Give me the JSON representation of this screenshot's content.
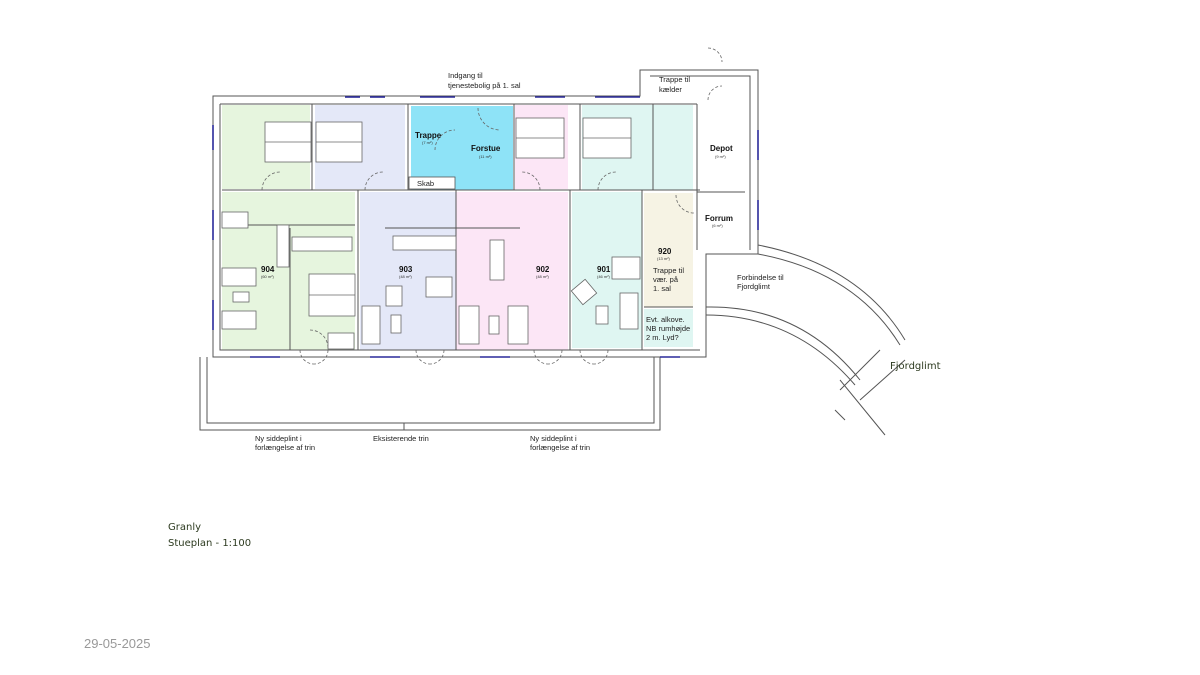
{
  "colors": {
    "green": "#e6f5de",
    "blue": "#e4e8f8",
    "cyan": "#8ee3f7",
    "pink": "#fce6f6",
    "teal": "#dff6f2",
    "beige": "#f6f3e4",
    "caption": "#2d3b20"
  },
  "labels": {
    "entrance_line1": "Indgang til",
    "entrance_line2": "tjenestebolig på 1. sal",
    "stair_basement_line1": "Trappe til",
    "stair_basement_line2": "kælder",
    "trappe": "Trappe",
    "trappe_area": "(7 m²)",
    "forstue": "Forstue",
    "forstue_area": "(11 m²)",
    "skab": "Skab",
    "depot": "Depot",
    "depot_area": "(9 m²)",
    "forrum": "Forrum",
    "forrum_area": "(6 m²)",
    "connection_line1": "Forbindelse til",
    "connection_line2": "Fjordglimt",
    "fjordglimt": "Fjordglimt",
    "alcove_line1": "Evt. alkove.",
    "alcove_line2": "NB rumhøjde",
    "alcove_line3": "2 m. Lyd?",
    "stair920_line1": "Trappe til",
    "stair920_line2": "vær. på",
    "stair920_line3": "1. sal",
    "plinth_left_line1": "Ny siddeplint i",
    "plinth_left_line2": "forlængelse af trin",
    "steps": "Eksisterende trin",
    "plinth_right_line1": "Ny siddeplint i",
    "plinth_right_line2": "forlængelse af trin"
  },
  "units": [
    {
      "number": "904",
      "area": "(60 m²)"
    },
    {
      "number": "903",
      "area": "(48 m²)"
    },
    {
      "number": "902",
      "area": "(48 m²)"
    },
    {
      "number": "901",
      "area": "(46 m²)"
    },
    {
      "number": "920",
      "area": "(13 m²)"
    }
  ],
  "caption": {
    "project": "Granly",
    "plan": "Stueplan - 1:100"
  },
  "date": "29-05-2025"
}
